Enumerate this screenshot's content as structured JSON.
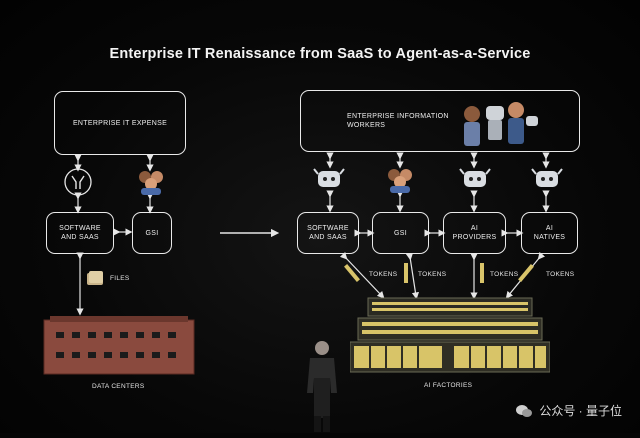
{
  "title": "Enterprise IT Renaissance from SaaS to Agent-as-a-Service",
  "left": {
    "expense": "ENTERPRISE IT EXPENSE",
    "software": "SOFTWARE\nAND SAAS",
    "gsi": "GSI",
    "files": "FILES",
    "datacenters": "DATA CENTERS"
  },
  "right": {
    "workers": "ENTERPRISE INFORMATION\nWORKERS",
    "software": "SOFTWARE\nAND SAAS",
    "gsi": "GSI",
    "providers": "AI\nPROVIDERS",
    "natives": "AI\nNATIVES",
    "tokens": [
      "TOKENS",
      "TOKENS",
      "TOKENS",
      "TOKENS"
    ],
    "factories": "AI FACTORIES"
  },
  "watermark": "公众号 · 量子位"
}
